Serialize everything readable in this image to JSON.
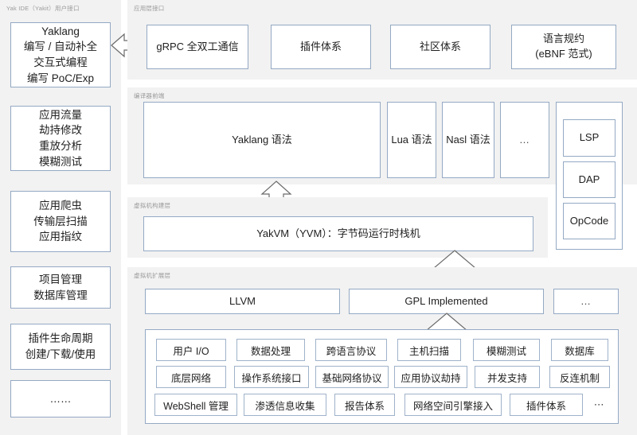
{
  "diagram": {
    "title": "Yaklang architecture stack"
  },
  "left_panel": {
    "label": "Yak IDE（Yakit）用户接口",
    "items": [
      {
        "text": "Yaklang\n编写 / 自动补全\n交互式编程\n编写 PoC/Exp"
      },
      {
        "text": "应用流量\n劫持修改\n重放分析\n模糊测试"
      },
      {
        "text": "应用爬虫\n传输层扫描\n应用指纹"
      },
      {
        "text": "项目管理\n数据库管理"
      },
      {
        "text": "插件生命周期\n创建/下载/使用"
      },
      {
        "text": "……"
      }
    ]
  },
  "app_layer": {
    "label": "应用层接口",
    "items": [
      {
        "text": "gRPC 全双工通信"
      },
      {
        "text": "插件体系"
      },
      {
        "text": "社区体系"
      },
      {
        "text": "语言规约\n(eBNF 范式)"
      }
    ]
  },
  "frontend_layer": {
    "label": "编译器前端",
    "items": [
      {
        "text": "Yaklang 语法"
      },
      {
        "text": "Lua 语法"
      },
      {
        "text": "Nasl 语法"
      },
      {
        "text": "…"
      }
    ],
    "services": [
      {
        "text": "LSP"
      },
      {
        "text": "DAP"
      },
      {
        "text": "OpCode"
      }
    ]
  },
  "vm_layer": {
    "label": "虚拟机构建层",
    "items": [
      {
        "text": "YakVM（YVM）：字节码运行时栈机"
      }
    ]
  },
  "vm_ext_layer": {
    "label": "虚拟机扩展层",
    "items": [
      {
        "text": "LLVM"
      },
      {
        "text": "GPL Implemented"
      },
      {
        "text": "…"
      }
    ],
    "capabilities": {
      "row1": [
        {
          "text": "用户 I/O"
        },
        {
          "text": "数据处理"
        },
        {
          "text": "跨语言协议"
        },
        {
          "text": "主机扫描"
        },
        {
          "text": "模糊测试"
        },
        {
          "text": "数据库"
        }
      ],
      "row2": [
        {
          "text": "底层网络"
        },
        {
          "text": "操作系统接口"
        },
        {
          "text": "基础网络协议"
        },
        {
          "text": "应用协议劫持"
        },
        {
          "text": "并发支持"
        },
        {
          "text": "反连机制"
        }
      ],
      "row3": [
        {
          "text": "WebShell 管理"
        },
        {
          "text": "渗透信息收集"
        },
        {
          "text": "报告体系"
        },
        {
          "text": "网络空间引擎接入"
        },
        {
          "text": "插件体系"
        }
      ],
      "row3_trailing": "⋯"
    }
  },
  "arrows": [
    {
      "name": "grpc-to-yaklang",
      "direction": "left"
    },
    {
      "name": "yakvm-to-yaklang-syntax",
      "direction": "up"
    },
    {
      "name": "gpl-to-yakvm",
      "direction": "up"
    },
    {
      "name": "capabilities-to-gpl",
      "direction": "up"
    }
  ],
  "colors": {
    "panel_bg": "#f2f2f2",
    "box_border": "#94a9c4",
    "box_bg": "#ffffff",
    "label_text": "#9b9b9b",
    "arrow_stroke": "#6b6b6b"
  }
}
